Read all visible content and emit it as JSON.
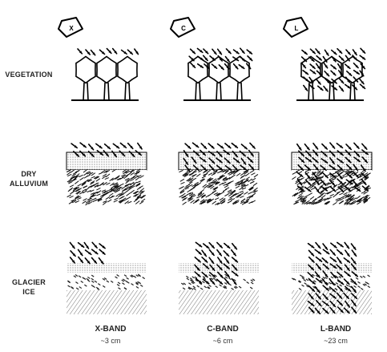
{
  "rows": [
    {
      "id": "vegetation",
      "label_lines": [
        "VEGETATION"
      ]
    },
    {
      "id": "dry-alluvium",
      "label_lines": [
        "DRY",
        "ALLUVIUM"
      ]
    },
    {
      "id": "glacier-ice",
      "label_lines": [
        "GLACIER",
        "ICE"
      ]
    }
  ],
  "bands": [
    {
      "id": "x",
      "letter": "X",
      "label": "X-BAND",
      "wavelength": "~3 cm",
      "penetration": [
        0.1,
        0.15,
        0.3
      ]
    },
    {
      "id": "c",
      "letter": "C",
      "label": "C-BAND",
      "wavelength": "~6 cm",
      "penetration": [
        0.35,
        0.45,
        0.6
      ]
    },
    {
      "id": "l",
      "letter": "L",
      "label": "L-BAND",
      "wavelength": "~23 cm",
      "penetration": [
        0.75,
        0.75,
        1.0
      ]
    }
  ]
}
